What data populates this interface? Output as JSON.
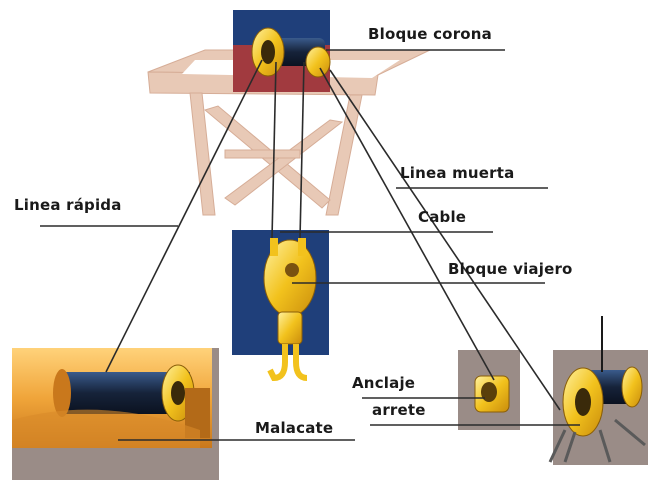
{
  "labels": {
    "crown_block": "Bloque corona",
    "dead_line": "Linea muerta",
    "fast_line": "Linea rápida",
    "cable": "Cable",
    "traveling_block": "Bloque viajero",
    "anchor": "Anclaje",
    "arrete": "arrete",
    "drawworks": "Malacate"
  },
  "colors": {
    "background": "#ffffff",
    "derrick_frame": "#e8c9b6",
    "panel_blue": "#1f3f7a",
    "panel_red": "#b83a35",
    "panel_gray": "#9a8c87",
    "spool_yellow": "#f2c21d",
    "drum_orange": "#f0a53a",
    "cable_dark": "#202a3a",
    "leader_line": "#2b2b2b"
  },
  "icons": [
    "crown-block-pulley-icon",
    "traveling-block-hook-icon",
    "anchor-clamp-icon",
    "winch-drum-icon"
  ]
}
